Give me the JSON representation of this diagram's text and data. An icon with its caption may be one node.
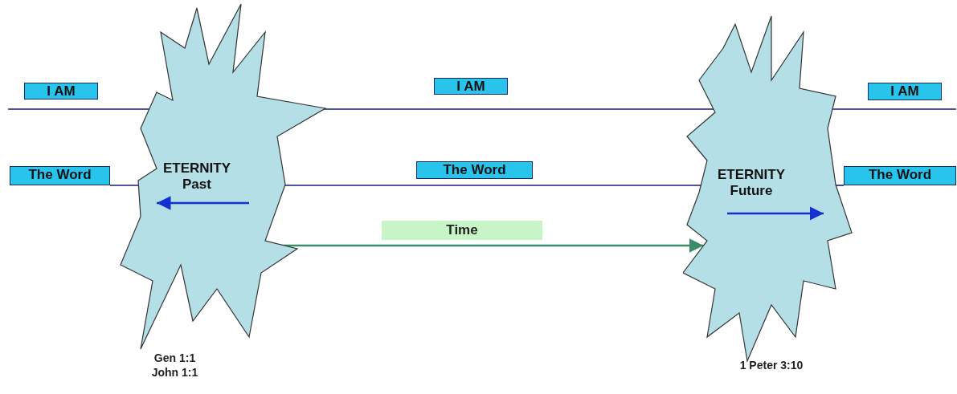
{
  "diagram": {
    "nodes": [
      {
        "text": [
          "I AM"
        ]
      },
      {
        "text": [
          "I AM"
        ]
      },
      {
        "text": [
          "I AM"
        ]
      },
      {
        "text": [
          "The Word"
        ]
      },
      {
        "text": [
          "ETERNITY Past"
        ],
        "beside": [
          "Gen 1:1",
          "John 1:1"
        ]
      },
      {
        "text": [
          "The Word"
        ]
      },
      {
        "text": [
          "ETERNITY Future"
        ],
        "beside": [
          "1 Peter 3:10"
        ]
      },
      {
        "text": [
          "The Word"
        ]
      }
    ],
    "edges": [
      {
        "from": null,
        "to": 4,
        "arrow": "none"
      },
      {
        "from": 4,
        "to": 6,
        "arrow": "none"
      },
      {
        "from": 6,
        "to": null,
        "arrow": "none"
      },
      {
        "from": 3,
        "to": 4,
        "arrow": "none"
      },
      {
        "from": 4,
        "to": 6,
        "arrow": "none"
      },
      {
        "from": 6,
        "to": 7,
        "arrow": "none"
      },
      {
        "from": 4,
        "to": 6,
        "arrow": "to",
        "label": "Time",
        "color": "#3c8c6c"
      }
    ]
  }
}
